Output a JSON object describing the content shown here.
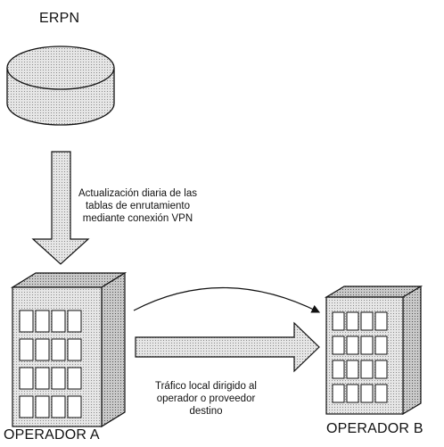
{
  "nodes": {
    "database": "ERPN",
    "operator_a": "OPERADOR A",
    "operator_b": "OPERADOR B"
  },
  "annotations": {
    "update_note": "Actualización diaria de las\ntablas de enrutamiento\nmediante conexión VPN",
    "traffic_note": "Tráfico local dirigido al\noperador o proveedor\ndestino"
  }
}
